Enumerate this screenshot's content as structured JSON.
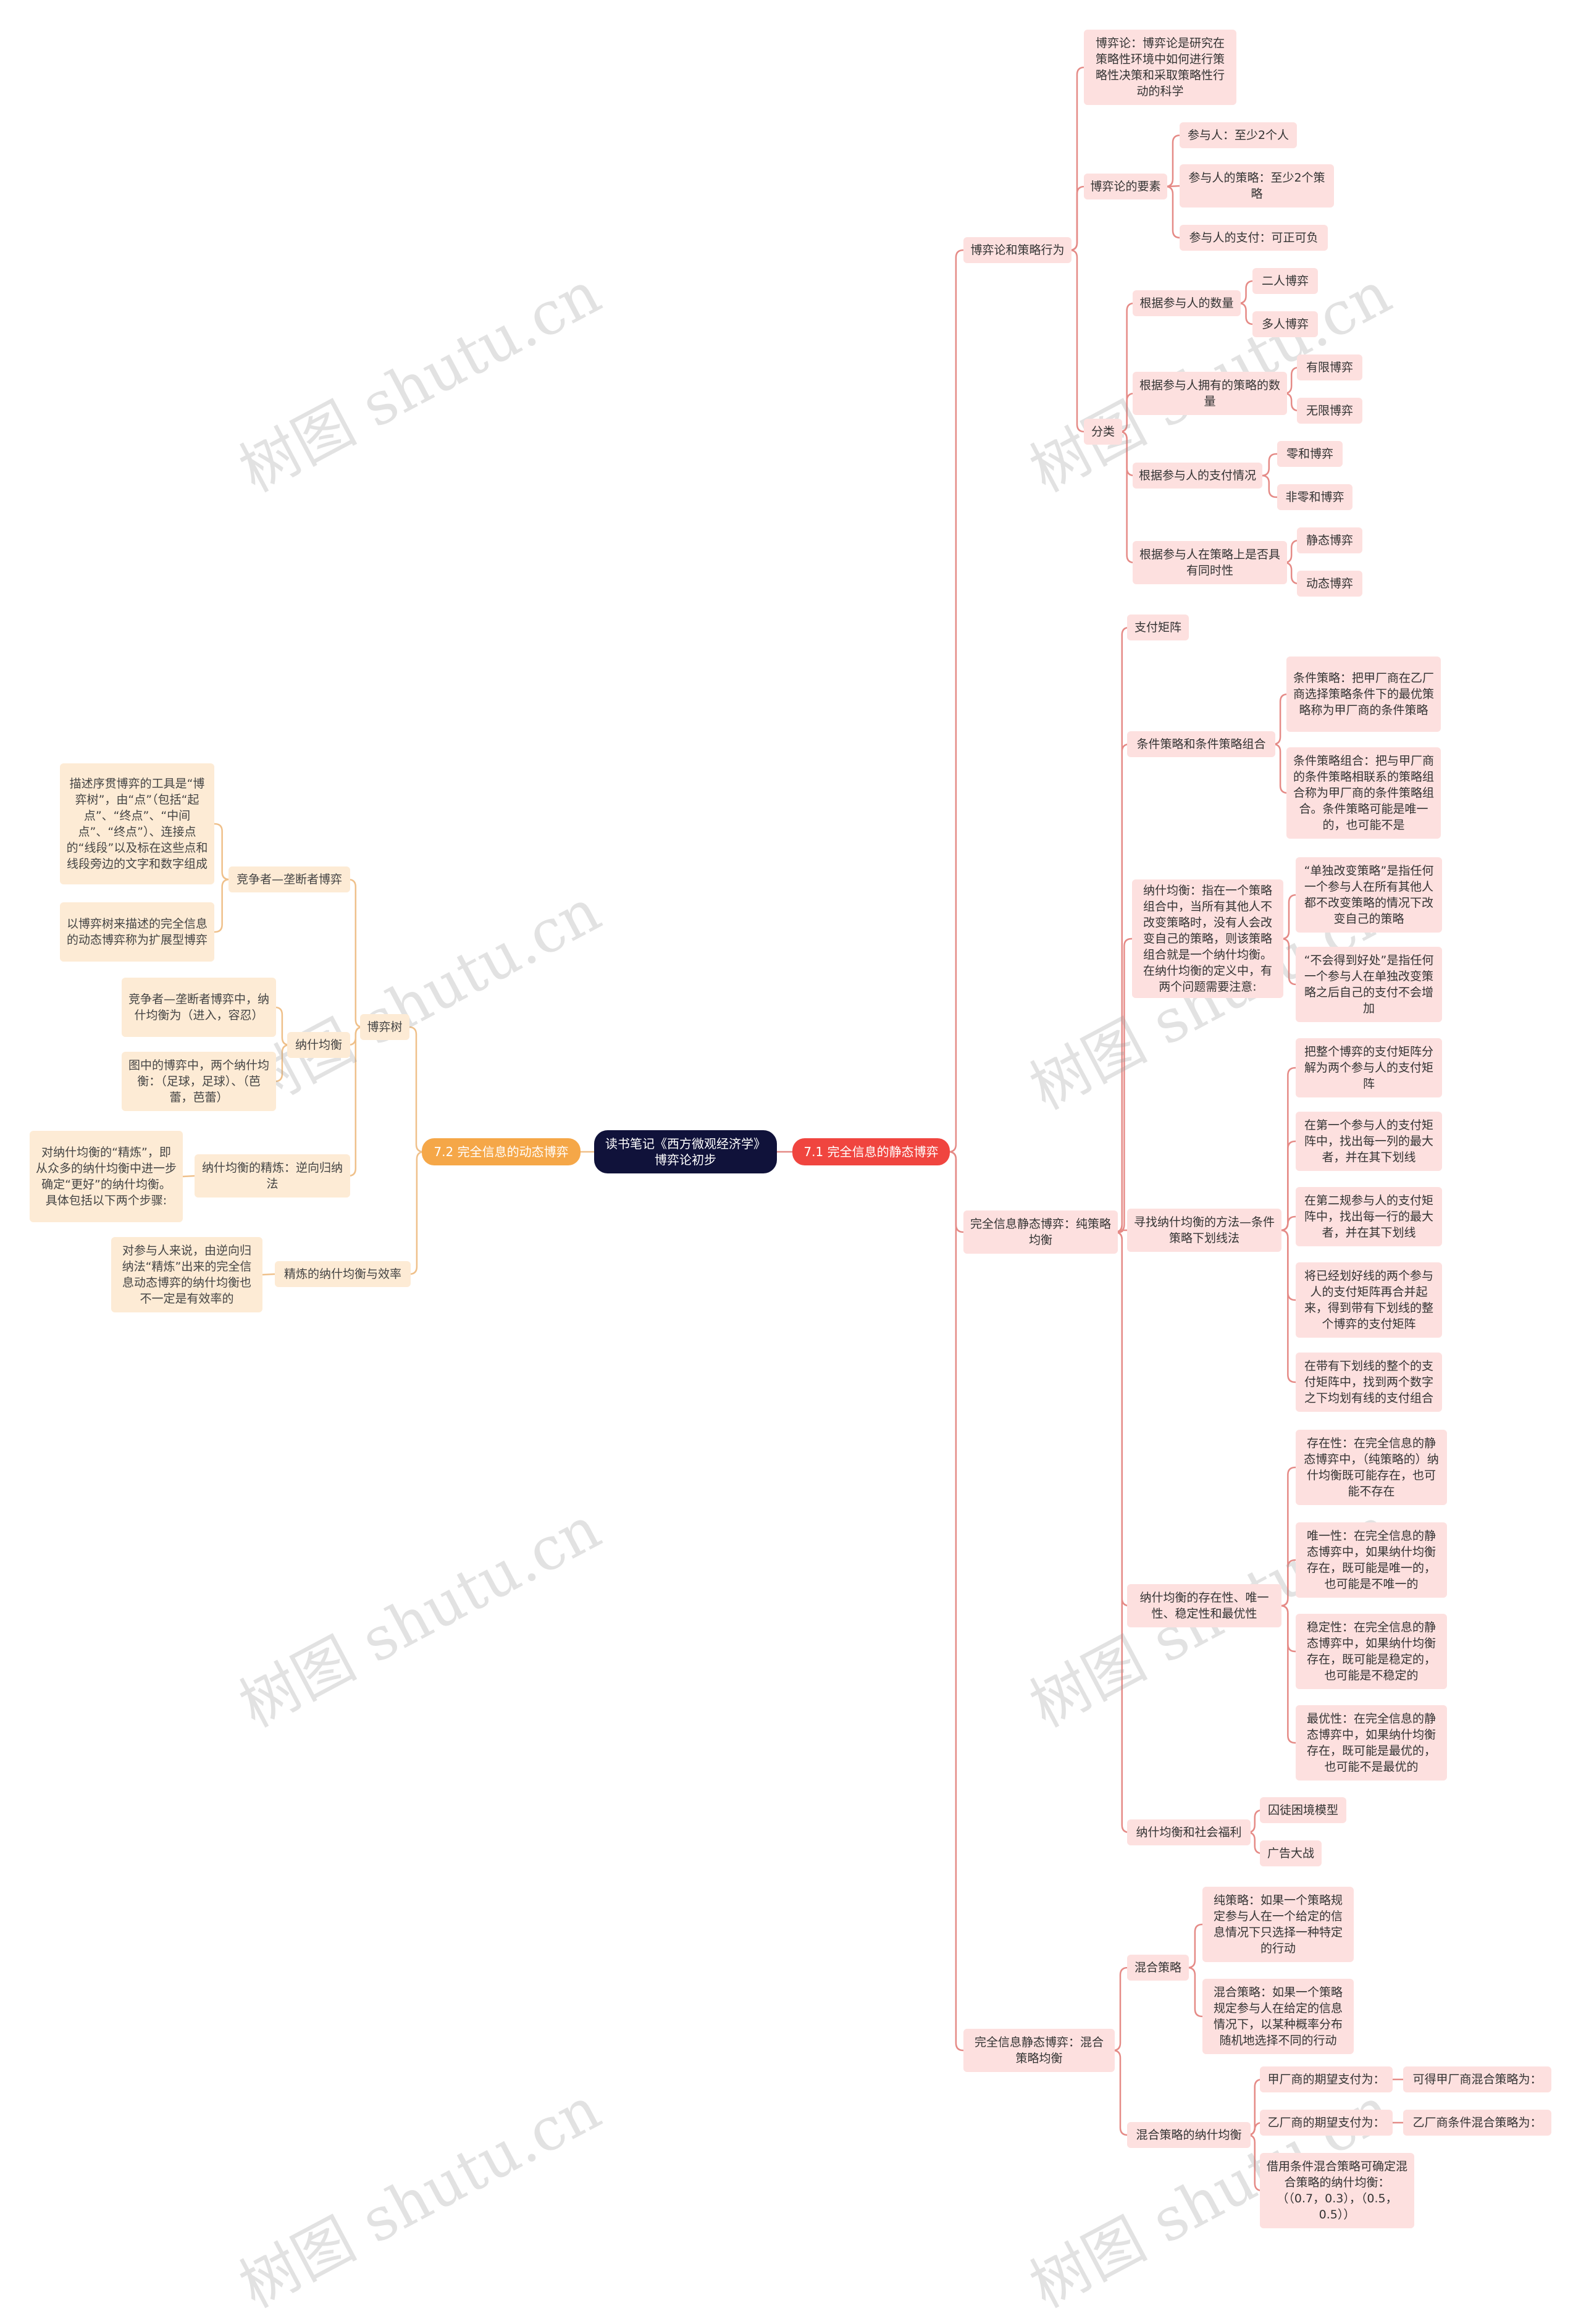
{
  "root": "读书笔记《西方微观经济学》 博弈论初步",
  "watermark": "树图 shutu.cn",
  "colors": {
    "right_line": "#e58a86",
    "left_line": "#efc08a",
    "root_bg": "#10123a",
    "right_branch": "#f0453f",
    "left_branch": "#f5a748"
  },
  "right": {
    "label": "7.1 完全信息的静态博弈",
    "博弈论和策略行为": "博弈论和策略行为",
    "def": "博弈论：博弈论是研究在策略性环境中如何进行策略性决策和采取策略性行动的科学",
    "elements": "博弈论的要素",
    "e1": "参与人：至少2个人",
    "e2": "参与人的策略：至少2个策略",
    "e3": "参与人的支付：可正可负",
    "classify": "分类",
    "c1": "根据参与人的数量",
    "c1a": "二人博弈",
    "c1b": "多人博弈",
    "c2": "根据参与人拥有的策略的数量",
    "c2a": "有限博弈",
    "c2b": "无限博弈",
    "c3": "根据参与人的支付情况",
    "c3a": "零和博弈",
    "c3b": "非零和博弈",
    "c4": "根据参与人在策略上是否具有同时性",
    "c4a": "静态博弈",
    "c4b": "动态博弈",
    "pure": "完全信息静态博弈：纯策略均衡",
    "payoff": "支付矩阵",
    "cond": "条件策略和条件策略组合",
    "cond1": "条件策略：把甲厂商在乙厂商选择策略条件下的最优策略称为甲厂商的条件策略",
    "cond2": "条件策略组合：把与甲厂商的条件策略相联系的策略组合称为甲厂商的条件策略组合。条件策略可能是唯一的，也可能不是",
    "nash": "纳什均衡：指在一个策略组合中，当所有其他人不改变策略时，没有人会改变自己的策略，则该策略组合就是一个纳什均衡。在纳什均衡的定义中，有两个问题需要注意:",
    "nash1": "“单独改变策略”是指任何一个参与人在所有其他人都不改变策略的情况下改变自己的策略",
    "nash2": "“不会得到好处”是指任何一个参与人在单独改变策略之后自己的支付不会增加",
    "find": "寻找纳什均衡的方法—条件策略下划线法",
    "find1": "把整个博弈的支付矩阵分解为两个参与人的支付矩阵",
    "find2": "在第一个参与人的支付矩阵中，找出每一列的最大者，并在其下划线",
    "find3": "在第二规参与人的支付矩阵中，找出每一行的最大者，并在其下划线",
    "find4": "将已经划好线的两个参与人的支付矩阵再合并起来，得到带有下划线的整个博弈的支付矩阵",
    "find5": "在带有下划线的整个的支付矩阵中，找到两个数字之下均划有线的支付组合",
    "exist": "纳什均衡的存在性、唯一性、稳定性和最优性",
    "exist1": "存在性：在完全信息的静态博弈中，（纯策略的）纳什均衡既可能存在，也可能不存在",
    "exist2": "唯一性：在完全信息的静态博弈中，如果纳什均衡存在，既可能是唯一的，也可能是不唯一的",
    "exist3": "稳定性：在完全信息的静态博弈中，如果纳什均衡存在，既可能是稳定的，也可能是不稳定的",
    "exist4": "最优性：在完全信息的静态博弈中，如果纳什均衡存在，既可能是最优的，也可能不是最优的",
    "welfare": "纳什均衡和社会福利",
    "w1": "囚徒困境模型",
    "w2": "广告大战",
    "mixed": "完全信息静态博弈：混合策略均衡",
    "mix_s": "混合策略",
    "mix_s1": "纯策略：如果一个策略规定参与人在一个给定的信息情况下只选择一种特定的行动",
    "mix_s2": "混合策略：如果一个策略规定参与人在给定的信息情况下，以某种概率分布随机地选择不同的行动",
    "mix_e": "混合策略的纳什均衡",
    "mix_e1": "甲厂商的期望支付为：",
    "mix_e1a": "可得甲厂商混合策略为：",
    "mix_e2": "乙厂商的期望支付为：",
    "mix_e2a": "乙厂商条件混合策略为：",
    "mix_e3": "借用条件混合策略可确定混合策略的纳什均衡：（（0.7，0.3），（0.5，0.5））"
  },
  "left": {
    "label": "7.2 完全信息的动态博弈",
    "tree": "博弈树",
    "compete": "竞争者—垄断者博弈",
    "t1": "描述序贯博弈的工具是“博弈树”，由“点”（包括“起点”、“终点”、“中间点”、“终点”）、连接点的“线段”以及标在这些点和线段旁边的文字和数字组成",
    "t2": "以博弈树来描述的完全信息的动态博弈称为扩展型博弈",
    "ne": "纳什均衡",
    "ne1": "竞争者—垄断者博弈中，纳什均衡为（进入，容忍）",
    "ne2": "图中的博弈中，两个纳什均衡：（足球，足球）、（芭蕾，芭蕾）",
    "refine": "纳什均衡的精炼：逆向归纳法",
    "refine1": "对纳什均衡的“精炼”，即从众多的纳什均衡中进一步确定“更好”的纳什均衡。具体包括以下两个步骤:",
    "eff": "精炼的纳什均衡与效率",
    "eff1": "对参与人来说，由逆向归纳法“精炼”出来的完全信息动态博弈的纳什均衡也不一定是有效率的"
  }
}
